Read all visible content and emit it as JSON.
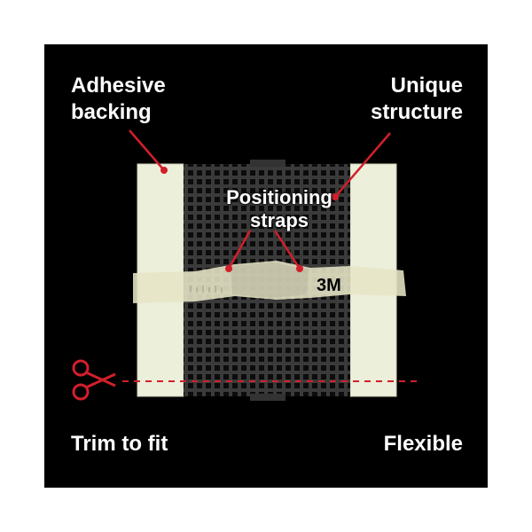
{
  "labels": {
    "adhesive_line1": "Adhesive",
    "adhesive_line2": "backing",
    "unique_line1": "Unique",
    "unique_line2": "structure",
    "positioning_line1": "Positioning",
    "positioning_line2": "straps",
    "trim": "Trim to fit",
    "flexible": "Flexible"
  },
  "brand_mark": "3M",
  "icons": {
    "scissors": "scissors-icon"
  },
  "colors": {
    "background": "#000000",
    "accent_red": "#d21f2b",
    "backing_cream": "#ecefd9",
    "grid_dark": "#2b2b2b",
    "tape": "#e7e5c6"
  }
}
